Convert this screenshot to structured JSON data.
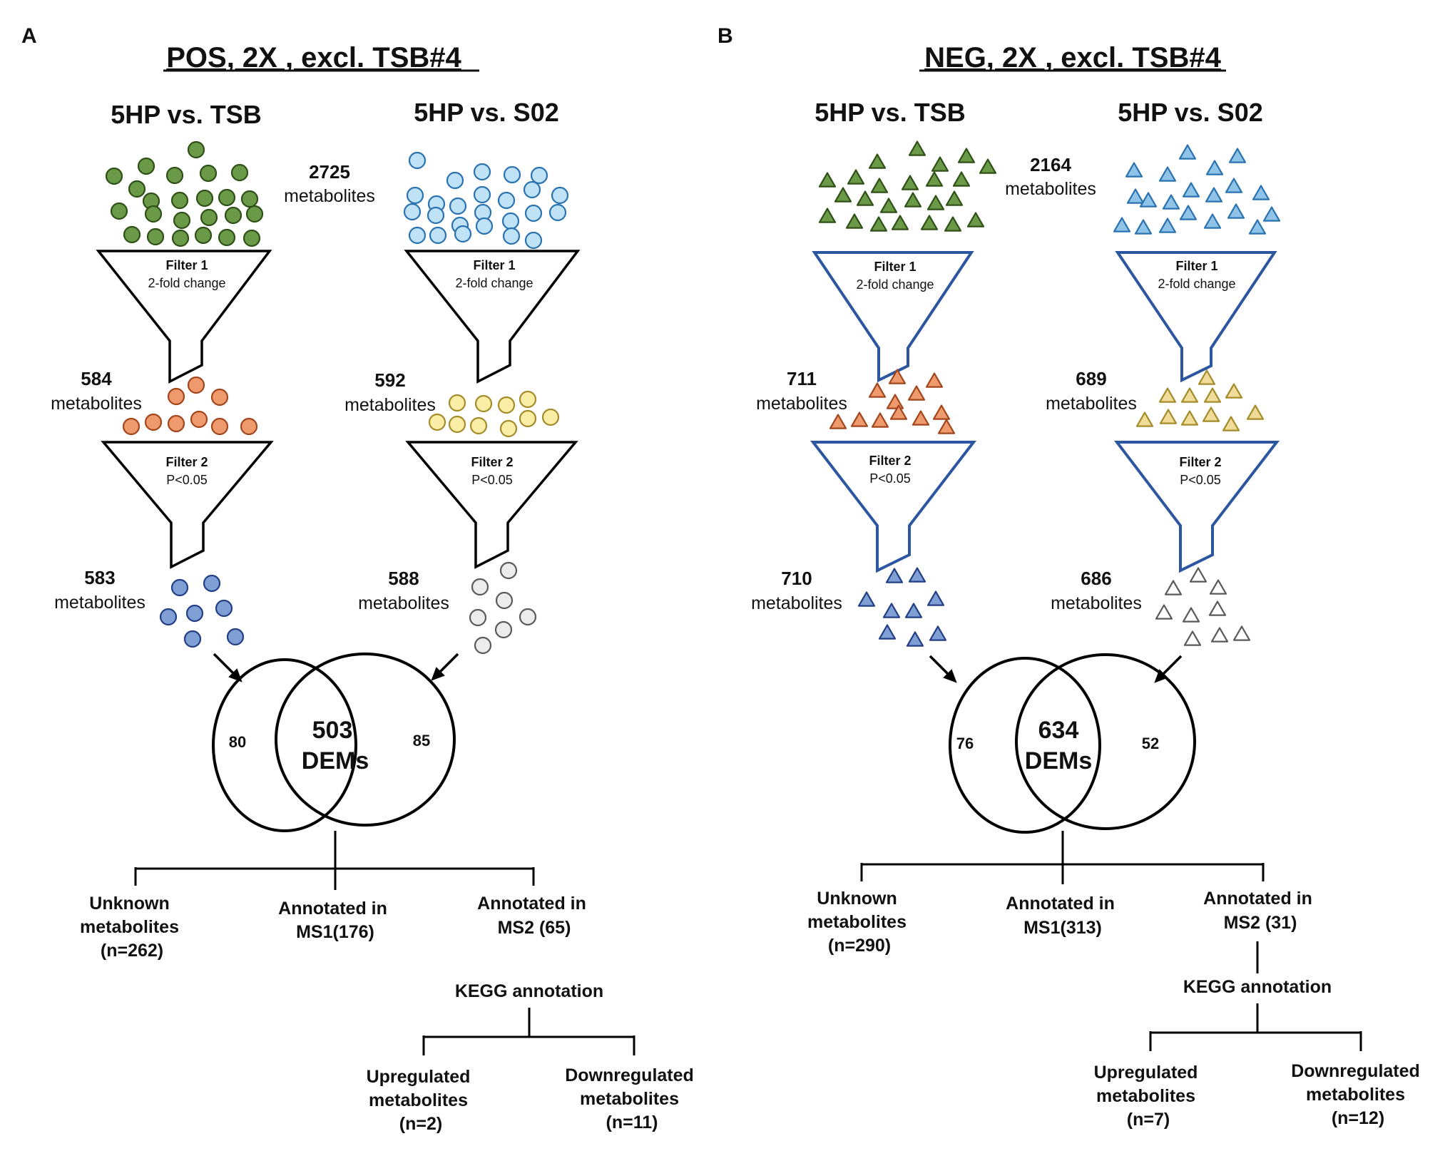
{
  "colors": {
    "green": "#6a9a48",
    "green_stroke": "#2f5016",
    "lightblue": "#bfe2f6",
    "lightblue_stroke": "#2a73b0",
    "orange": "#ef9a6c",
    "orange_stroke": "#a3461d",
    "yellow": "#faeda6",
    "yellow_stroke": "#a48c2a",
    "blue": "#7f9fd5",
    "blue_stroke": "#223f86",
    "gray": "#ececec",
    "gray_stroke": "#5a5a5a",
    "neg_green": "#6a9a48",
    "neg_lightblue": "#8fc4e8",
    "neg_orange": "#ef9a6c",
    "neg_yellow": "#f0dc98",
    "neg_blue": "#7f9fd5",
    "neg_gray": "#ffffff",
    "funnel_pos": "#000000",
    "funnel_neg": "#2c56a0"
  },
  "icons": {
    "pos_marker": "circle-icon",
    "neg_marker": "triangle-icon",
    "filter": "funnel-icon",
    "arrow": "arrow-icon"
  },
  "panels": [
    {
      "letter": "A",
      "title": "POS, 2X , excl. TSB#4",
      "comparisons": [
        "5HP vs. TSB",
        "5HP vs. S02"
      ],
      "start": {
        "count": "2725",
        "label": "metabolites"
      },
      "filter1": {
        "name": "Filter 1",
        "criterion": "2-fold change"
      },
      "filter2": {
        "name": "Filter 2",
        "criterion": "P<0.05"
      },
      "after_filter1": [
        {
          "count": "584",
          "label": "metabolites"
        },
        {
          "count": "592",
          "label": "metabolites"
        }
      ],
      "after_filter2": [
        {
          "count": "583",
          "label": "metabolites"
        },
        {
          "count": "588",
          "label": "metabolites"
        }
      ],
      "venn": {
        "left": "80",
        "center_value": "503",
        "center_label": "DEMs",
        "right": "85"
      },
      "branches": {
        "unknown": [
          "Unknown",
          "metabolites",
          "(n=262)"
        ],
        "ms1": [
          "Annotated in",
          "MS1(176)"
        ],
        "ms2": [
          "Annotated in",
          "MS2 (65)"
        ]
      },
      "kegg": "KEGG annotation",
      "regulation": {
        "up": [
          "Upregulated",
          "metabolites",
          "(n=2)"
        ],
        "down": [
          "Downregulated",
          "metabolites",
          "(n=11)"
        ]
      }
    },
    {
      "letter": "B",
      "title": "NEG, 2X , excl. TSB#4",
      "comparisons": [
        "5HP vs. TSB",
        "5HP vs. S02"
      ],
      "start": {
        "count": "2164",
        "label": "metabolites"
      },
      "filter1": {
        "name": "Filter 1",
        "criterion": "2-fold change"
      },
      "filter2": {
        "name": "Filter 2",
        "criterion": "P<0.05"
      },
      "after_filter1": [
        {
          "count": "711",
          "label": "metabolites"
        },
        {
          "count": "689",
          "label": "metabolites"
        }
      ],
      "after_filter2": [
        {
          "count": "710",
          "label": "metabolites"
        },
        {
          "count": "686",
          "label": "metabolites"
        }
      ],
      "venn": {
        "left": "76",
        "center_value": "634",
        "center_label": "DEMs",
        "right": "52"
      },
      "branches": {
        "unknown": [
          "Unknown",
          "metabolites",
          "(n=290)"
        ],
        "ms1": [
          "Annotated in",
          "MS1(313)"
        ],
        "ms2": [
          "Annotated in",
          "MS2 (31)"
        ]
      },
      "kegg": "KEGG annotation",
      "regulation": {
        "up": [
          "Upregulated",
          "metabolites",
          "(n=7)"
        ],
        "down": [
          "Downregulated",
          "metabolites",
          "(n=12)"
        ]
      }
    }
  ]
}
